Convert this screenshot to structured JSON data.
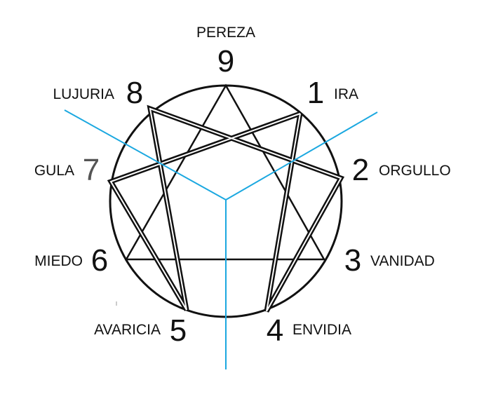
{
  "points": [
    {
      "number": "9",
      "word": "PEREZA"
    },
    {
      "number": "1",
      "word": "IRA"
    },
    {
      "number": "2",
      "word": "ORGULLO"
    },
    {
      "number": "3",
      "word": "VANIDAD"
    },
    {
      "number": "4",
      "word": "ENVIDIA"
    },
    {
      "number": "5",
      "word": "AVARICIA"
    },
    {
      "number": "6",
      "word": "MIEDO"
    },
    {
      "number": "7",
      "word": "GULA"
    },
    {
      "number": "8",
      "word": "LUJURIA"
    }
  ],
  "colors": {
    "line": "#111111",
    "divider": "#1ba8e0",
    "number_seven": "#555555"
  }
}
